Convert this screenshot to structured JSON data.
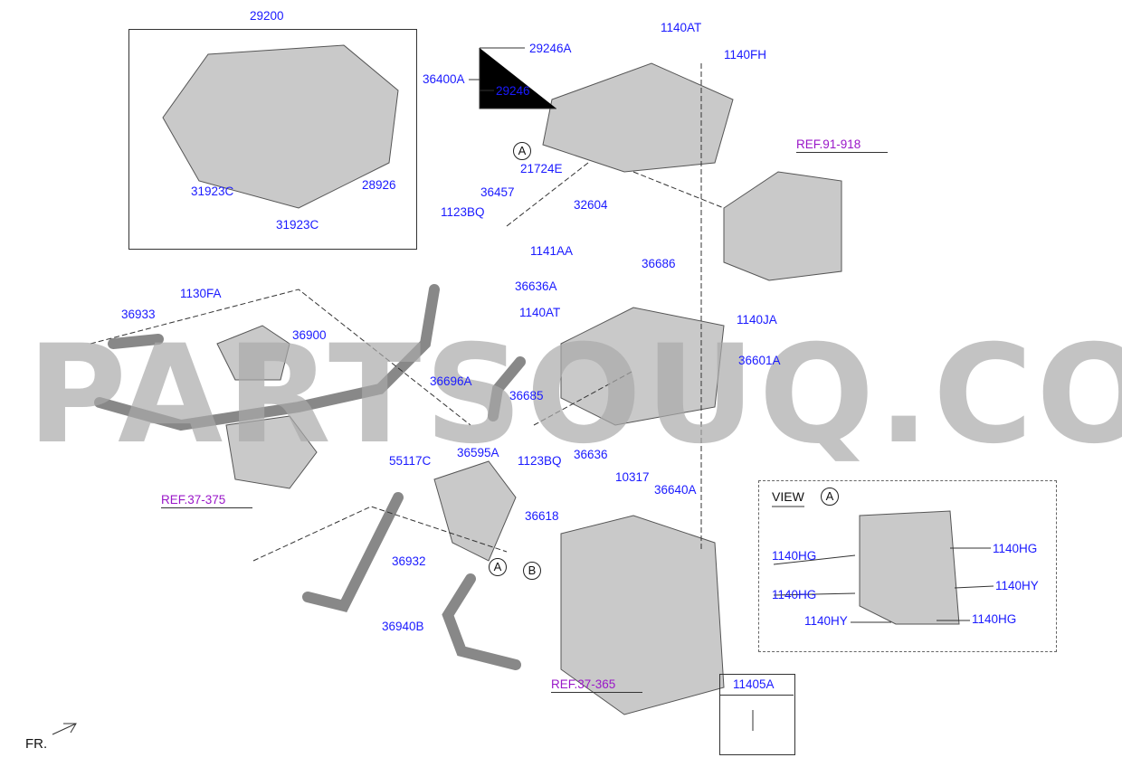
{
  "labels": [
    "29200",
    "31923C",
    "28926",
    "31923C",
    "1140AT",
    "29246A",
    "1140FH",
    "36400A",
    "29246",
    "21724E",
    "36457",
    "1123BQ",
    "32604",
    "1141AA",
    "36686",
    "36636A",
    "1140AT",
    "1140JA",
    "1130FA",
    "36933",
    "36900",
    "36601A",
    "36696A",
    "36685",
    "1123BQ",
    "36636",
    "10317",
    "36640A",
    "55117C",
    "36595A",
    "36618",
    "36932",
    "36940B"
  ],
  "refs": [
    "REF.91-918",
    "REF.37-375",
    "REF.37-365"
  ],
  "circles": [
    "A",
    "A",
    "B",
    "A"
  ],
  "view": {
    "title": "VIEW",
    "letter": "A",
    "labels": [
      "1140HG",
      "1140HG",
      "1140HY",
      "1140HG",
      "1140HY",
      "1140HG"
    ]
  },
  "inset": {
    "part": "11405A"
  },
  "direction": "FR.",
  "watermark": "PARTSOUQ.COM",
  "colors": {
    "part_number": "#1a1aff",
    "reference": "#9a17c8"
  }
}
